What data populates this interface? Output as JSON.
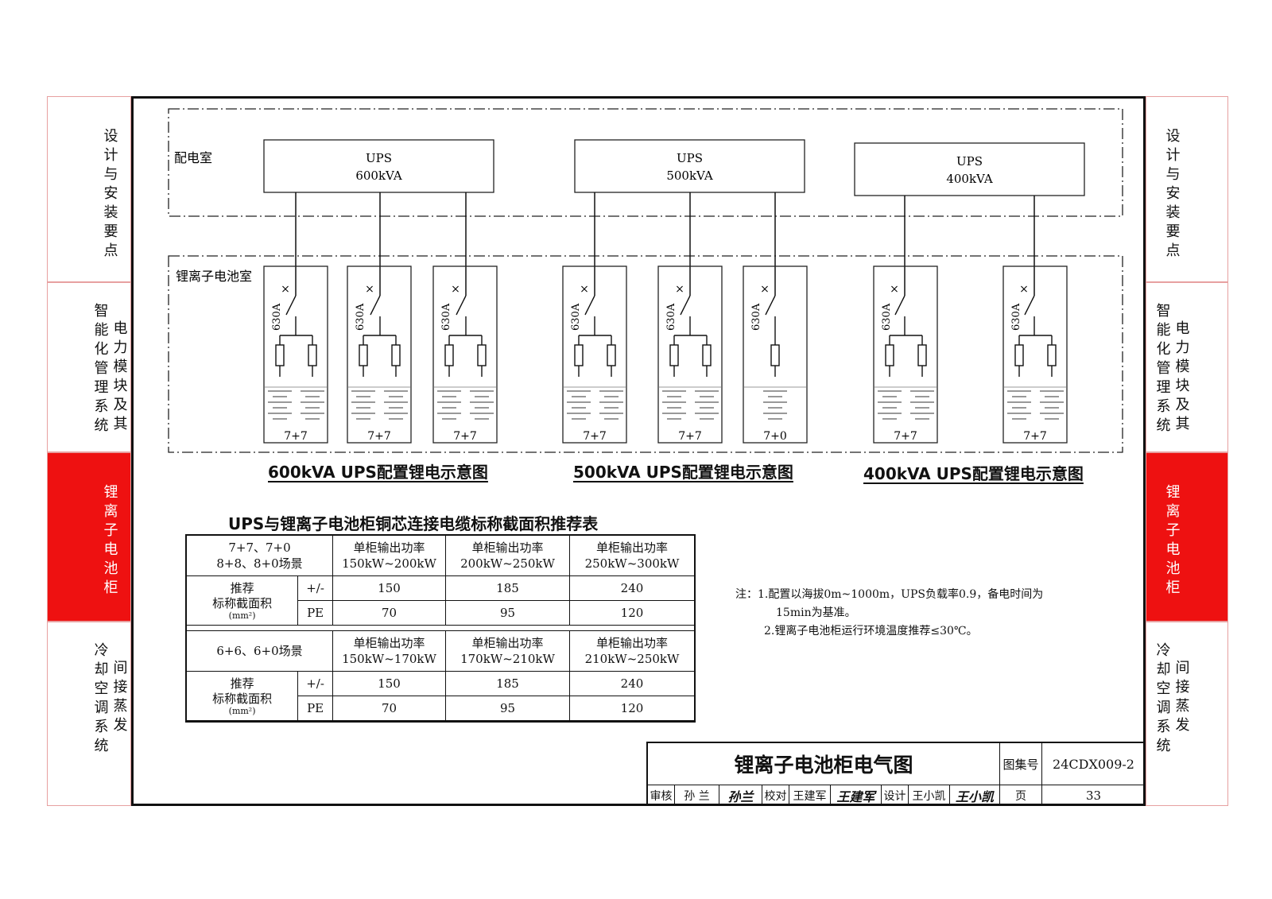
{
  "side_tabs": {
    "left": [
      {
        "id": "design",
        "cols": [
          "设计与安装要点"
        ],
        "active": false
      },
      {
        "id": "power",
        "cols": [
          "智能化管理系统",
          "电力模块及其"
        ],
        "active": false
      },
      {
        "id": "battery",
        "cols": [
          "锂离子电池柜"
        ],
        "active": true
      },
      {
        "id": "cooling",
        "cols": [
          "冷却空调系统",
          "间接蒸发"
        ],
        "active": false
      }
    ],
    "right": [
      {
        "id": "design",
        "cols": [
          "设计与安装要点"
        ],
        "active": false
      },
      {
        "id": "power",
        "cols": [
          "智能化管理系统",
          "电力模块及其"
        ],
        "active": false
      },
      {
        "id": "battery",
        "cols": [
          "锂离子电池柜"
        ],
        "active": true
      },
      {
        "id": "cooling",
        "cols": [
          "冷却空调系统",
          "间接蒸发"
        ],
        "active": false
      }
    ],
    "accent_color": "#ee1111"
  },
  "diagram": {
    "distribution_room_label": "配电室",
    "battery_room_label": "锂离子电池室",
    "ups": [
      {
        "name": "UPS",
        "rating": "600kVA"
      },
      {
        "name": "UPS",
        "rating": "500kVA"
      },
      {
        "name": "UPS",
        "rating": "400kVA"
      }
    ],
    "cabinets": [
      {
        "breaker": "630A",
        "config": "7+7",
        "fuses": 2
      },
      {
        "breaker": "630A",
        "config": "7+7",
        "fuses": 2
      },
      {
        "breaker": "630A",
        "config": "7+7",
        "fuses": 2
      },
      {
        "breaker": "630A",
        "config": "7+7",
        "fuses": 2
      },
      {
        "breaker": "630A",
        "config": "7+7",
        "fuses": 2
      },
      {
        "breaker": "630A",
        "config": "7+0",
        "fuses": 1
      },
      {
        "breaker": "630A",
        "config": "7+7",
        "fuses": 2
      },
      {
        "breaker": "630A",
        "config": "7+7",
        "fuses": 2
      }
    ],
    "captions": [
      "600kVA UPS配置锂电示意图",
      "500kVA UPS配置锂电示意图",
      "400kVA UPS配置锂电示意图"
    ]
  },
  "table": {
    "title": "UPS与锂离子电池柜铜芯连接电缆标称截面积推荐表",
    "sections": [
      {
        "scene_lines": [
          "7+7、7+0",
          "8+8、8+0场景"
        ],
        "headers": [
          [
            "单柜输出功率",
            "150kW~200kW"
          ],
          [
            "单柜输出功率",
            "200kW~250kW"
          ],
          [
            "单柜输出功率",
            "250kW~300kW"
          ]
        ],
        "rows": [
          {
            "pole": "+/-",
            "values": [
              "150",
              "185",
              "240"
            ]
          },
          {
            "pole": "PE",
            "values": [
              "70",
              "95",
              "120"
            ]
          }
        ]
      },
      {
        "scene_lines": [
          "6+6、6+0场景"
        ],
        "headers": [
          [
            "单柜输出功率",
            "150kW~170kW"
          ],
          [
            "单柜输出功率",
            "170kW~210kW"
          ],
          [
            "单柜输出功率",
            "210kW~250kW"
          ]
        ],
        "rows": [
          {
            "pole": "+/-",
            "values": [
              "150",
              "185",
              "240"
            ]
          },
          {
            "pole": "PE",
            "values": [
              "70",
              "95",
              "120"
            ]
          }
        ]
      }
    ],
    "section_label_lines": [
      "推荐",
      "标称截面积",
      "(mm²)"
    ]
  },
  "notes": {
    "prefix": "注：",
    "lines": [
      "1.配置以海拔0m~1000m，UPS负载率0.9，备电时间为",
      "15min为基准。",
      "2.锂离子电池柜运行环境温度推荐≤30℃。"
    ]
  },
  "title_block": {
    "title": "锂离子电池柜电气图",
    "atlas_label": "图集号",
    "atlas_no": "24CDX009-2",
    "review_label": "审核",
    "reviewer": "孙 兰",
    "reviewer_sign": "孙兰",
    "check_label": "校对",
    "checker": "王建军",
    "checker_sign": "王建军",
    "design_label": "设计",
    "designer": "王小凯",
    "designer_sign": "王小凯",
    "page_label": "页",
    "page_no": "33"
  }
}
